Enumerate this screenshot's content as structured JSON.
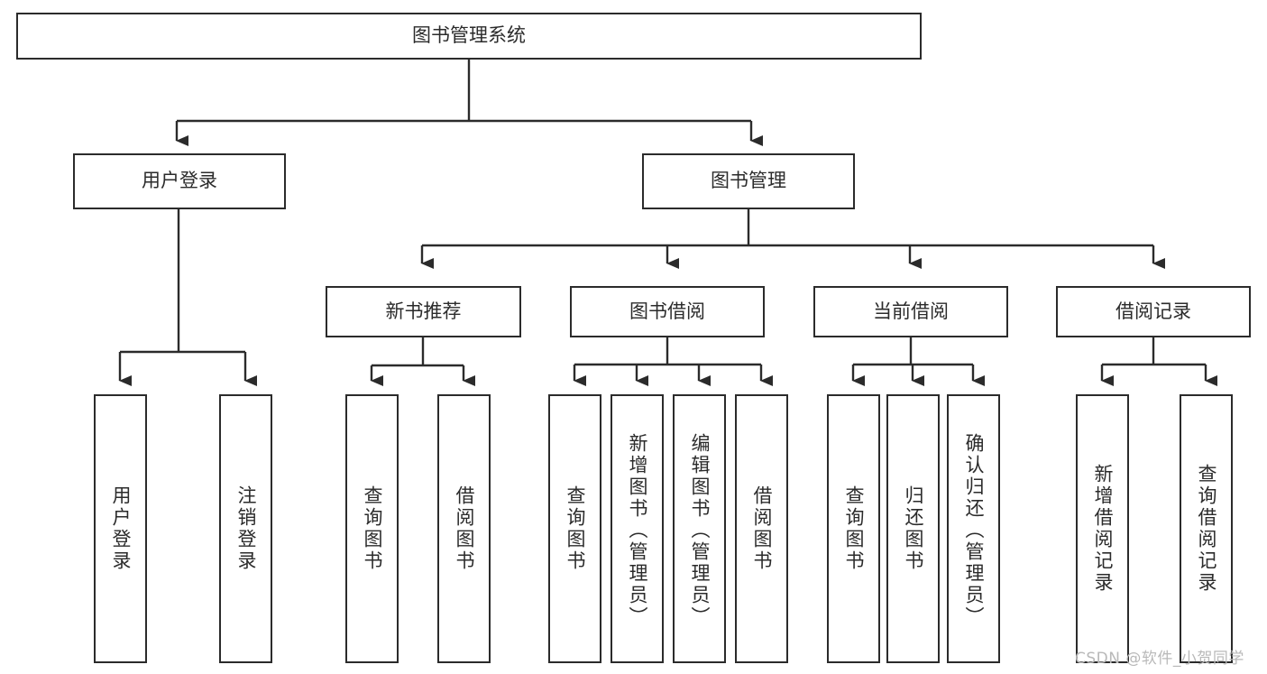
{
  "diagram": {
    "type": "tree-hierarchy",
    "title": "图书管理系统",
    "root": {
      "id": "root",
      "label": "图书管理系统",
      "orientation": "horizontal"
    },
    "level2": [
      {
        "id": "user-login",
        "label": "用户登录",
        "orientation": "horizontal"
      },
      {
        "id": "book-management",
        "label": "图书管理",
        "orientation": "horizontal"
      }
    ],
    "level3": [
      {
        "id": "new-book-recommend",
        "label": "新书推荐",
        "orientation": "horizontal",
        "parent": "book-management"
      },
      {
        "id": "book-borrow",
        "label": "图书借阅",
        "orientation": "horizontal",
        "parent": "book-management"
      },
      {
        "id": "current-borrow",
        "label": "当前借阅",
        "orientation": "horizontal",
        "parent": "book-management"
      },
      {
        "id": "borrow-record",
        "label": "借阅记录",
        "orientation": "horizontal",
        "parent": "book-management"
      }
    ],
    "leaves": [
      {
        "id": "leaf-user-login",
        "label": "用户登录",
        "parent": "user-login"
      },
      {
        "id": "leaf-user-logout",
        "label": "注销登录",
        "parent": "user-login"
      },
      {
        "id": "leaf-query-book-1",
        "label": "查询图书",
        "parent": "new-book-recommend"
      },
      {
        "id": "leaf-borrow-book-1",
        "label": "借阅图书",
        "parent": "new-book-recommend"
      },
      {
        "id": "leaf-query-book-2",
        "label": "查询图书",
        "parent": "book-borrow"
      },
      {
        "id": "leaf-add-book",
        "label": "新增图书（管理员）",
        "parent": "book-borrow"
      },
      {
        "id": "leaf-edit-book",
        "label": "编辑图书（管理员）",
        "parent": "book-borrow"
      },
      {
        "id": "leaf-borrow-book-2",
        "label": "借阅图书",
        "parent": "book-borrow"
      },
      {
        "id": "leaf-query-book-3",
        "label": "查询图书",
        "parent": "current-borrow"
      },
      {
        "id": "leaf-return-book",
        "label": "归还图书",
        "parent": "current-borrow"
      },
      {
        "id": "leaf-confirm-return",
        "label": "确认归还（管理员）",
        "parent": "current-borrow"
      },
      {
        "id": "leaf-add-record",
        "label": "新增借阅记录",
        "parent": "borrow-record"
      },
      {
        "id": "leaf-query-record",
        "label": "查询借阅记录",
        "parent": "borrow-record"
      }
    ],
    "colors": {
      "border": "#2b2b2b",
      "background": "#ffffff",
      "text": "#2b2b2b",
      "edge": "#2b2b2b",
      "watermark": "#b9b9b9"
    }
  },
  "watermark": {
    "text": "CSDN @软件_小贺同学"
  }
}
